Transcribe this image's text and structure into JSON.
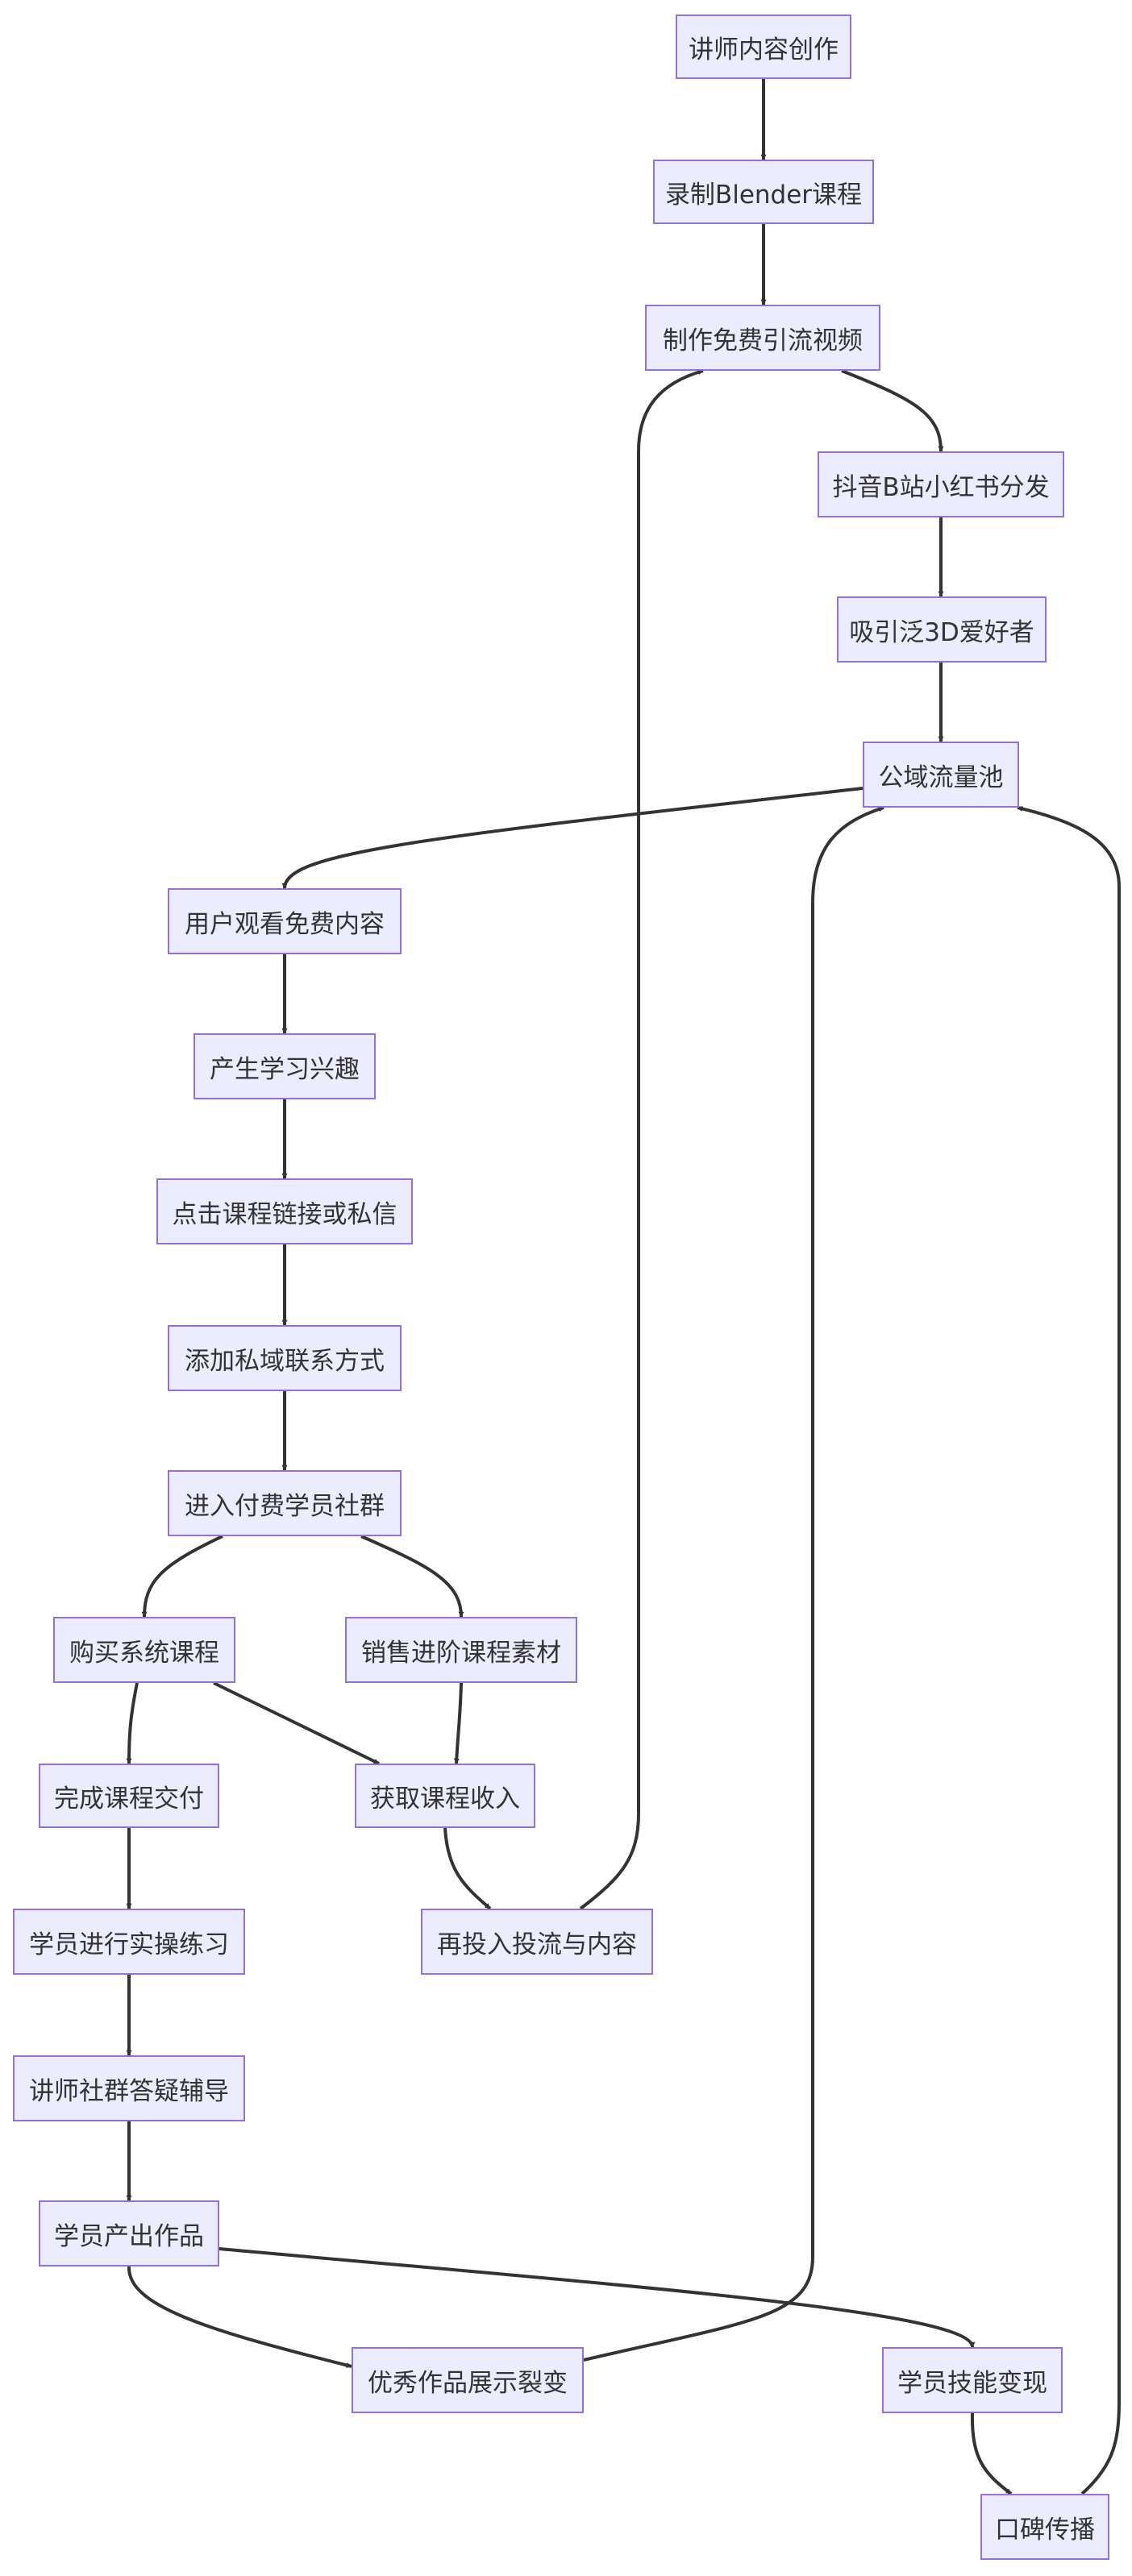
{
  "nodes": {
    "n01": {
      "label": "讲师内容创作"
    },
    "n02": {
      "label": "录制Blender课程"
    },
    "n03": {
      "label": "制作免费引流视频"
    },
    "n04": {
      "label": "抖音B站小红书分发"
    },
    "n05": {
      "label": "吸引泛3D爱好者"
    },
    "n06": {
      "label": "公域流量池"
    },
    "n07": {
      "label": "用户观看免费内容"
    },
    "n08": {
      "label": "产生学习兴趣"
    },
    "n09": {
      "label": "点击课程链接或私信"
    },
    "n10": {
      "label": "添加私域联系方式"
    },
    "n11": {
      "label": "进入付费学员社群"
    },
    "n12": {
      "label": "购买系统课程"
    },
    "n13": {
      "label": "销售进阶课程素材"
    },
    "n14": {
      "label": "完成课程交付"
    },
    "n15": {
      "label": "获取课程收入"
    },
    "n16": {
      "label": "学员进行实操练习"
    },
    "n17": {
      "label": "再投入投流与内容"
    },
    "n18": {
      "label": "讲师社群答疑辅导"
    },
    "n19": {
      "label": "学员产出作品"
    },
    "n20": {
      "label": "优秀作品展示裂变"
    },
    "n21": {
      "label": "学员技能变现"
    },
    "n22": {
      "label": "口碑传播"
    }
  },
  "edges": [
    {
      "from": "n01",
      "to": "n02"
    },
    {
      "from": "n02",
      "to": "n03"
    },
    {
      "from": "n03",
      "to": "n04"
    },
    {
      "from": "n04",
      "to": "n05"
    },
    {
      "from": "n05",
      "to": "n06"
    },
    {
      "from": "n06",
      "to": "n07"
    },
    {
      "from": "n07",
      "to": "n08"
    },
    {
      "from": "n08",
      "to": "n09"
    },
    {
      "from": "n09",
      "to": "n10"
    },
    {
      "from": "n10",
      "to": "n11"
    },
    {
      "from": "n11",
      "to": "n12"
    },
    {
      "from": "n11",
      "to": "n13"
    },
    {
      "from": "n12",
      "to": "n14"
    },
    {
      "from": "n12",
      "to": "n15"
    },
    {
      "from": "n13",
      "to": "n15"
    },
    {
      "from": "n14",
      "to": "n16"
    },
    {
      "from": "n15",
      "to": "n17"
    },
    {
      "from": "n17",
      "to": "n03"
    },
    {
      "from": "n16",
      "to": "n18"
    },
    {
      "from": "n18",
      "to": "n19"
    },
    {
      "from": "n19",
      "to": "n20"
    },
    {
      "from": "n19",
      "to": "n21"
    },
    {
      "from": "n20",
      "to": "n06"
    },
    {
      "from": "n21",
      "to": "n22"
    },
    {
      "from": "n22",
      "to": "n06"
    }
  ],
  "colors": {
    "node_fill": "#ECECFF",
    "node_border": "#9370DB",
    "text": "#333333",
    "edge": "#333333"
  }
}
